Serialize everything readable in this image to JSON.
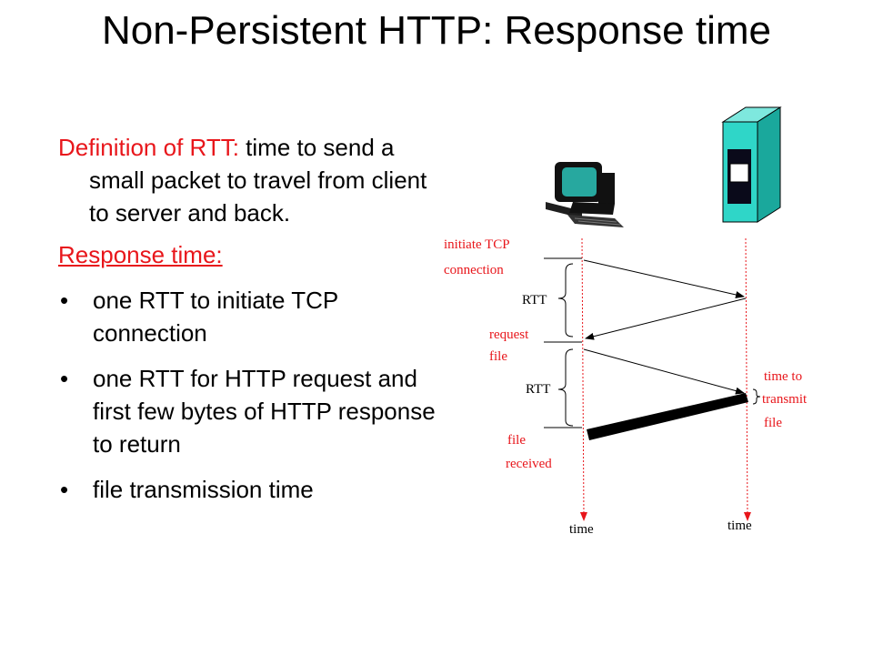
{
  "slide": {
    "title": "Non-Persistent HTTP: Response time",
    "definition_label": "Definition of RTT:",
    "definition_text": " time to send a small packet to travel from client to server and back.",
    "response_heading": "Response time:",
    "bullets": [
      "one RTT to initiate TCP connection",
      "one RTT for HTTP request and first few bytes of HTTP response to return",
      "file transmission time"
    ],
    "bullet_glyph": "•"
  },
  "diagram": {
    "initiate_line1": "initiate TCP",
    "initiate_line2": "connection",
    "rtt_1": "RTT",
    "request_line1": "request",
    "request_line2": "file",
    "rtt_2": "RTT",
    "file_line1": "file",
    "file_line2": "received",
    "transmit_line1": "time to",
    "transmit_line2": "transmit",
    "transmit_line3": "file",
    "time_client": "time",
    "time_server": "time",
    "colors": {
      "accent_red": "#e8161b",
      "server_teal": "#2fd6c8",
      "monitor_teal": "#27a89f"
    }
  }
}
